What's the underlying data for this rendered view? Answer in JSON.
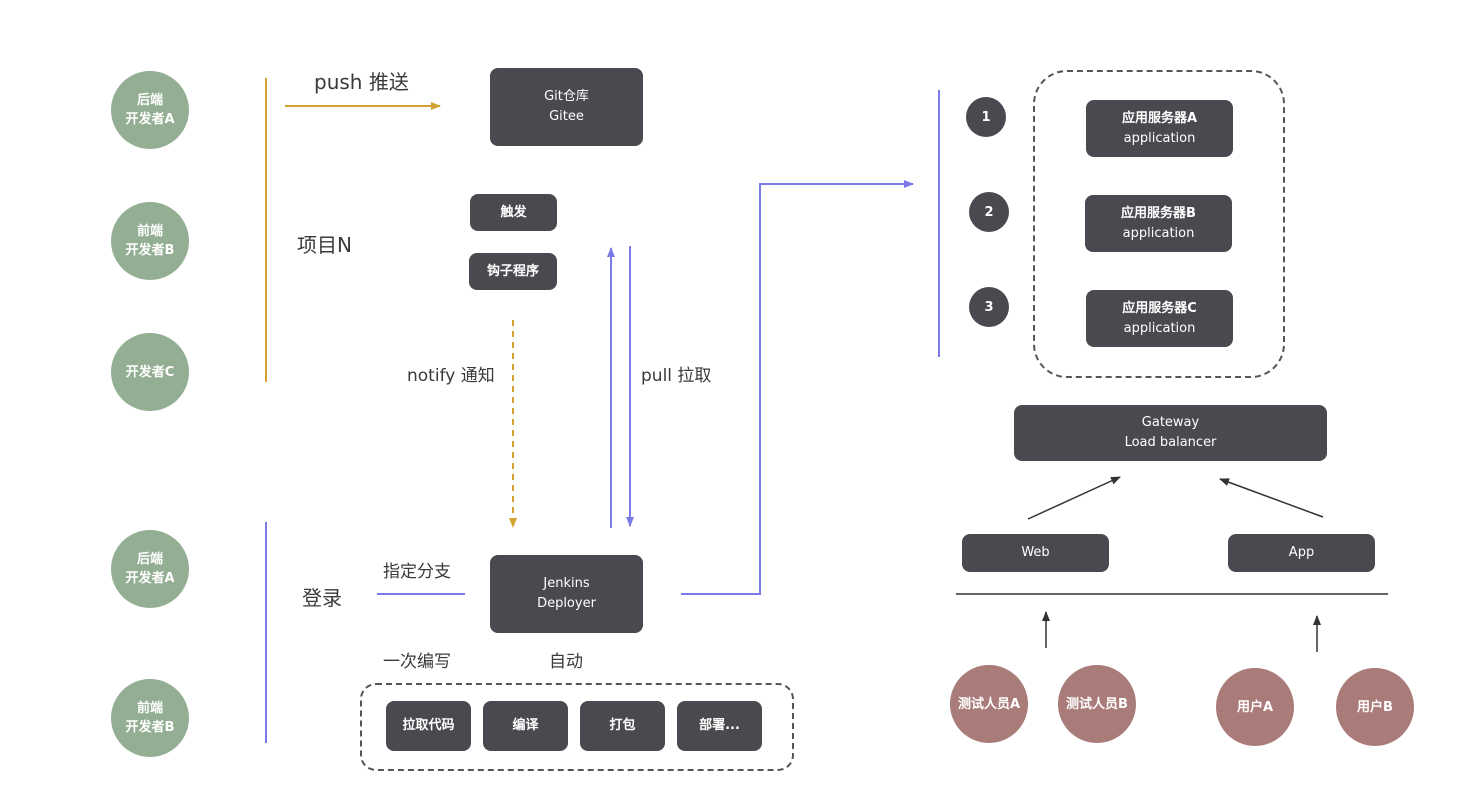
{
  "devs_top": [
    {
      "line1": "后端",
      "line2": "开发者A"
    },
    {
      "line1": "前端",
      "line2": "开发者B"
    },
    {
      "line1": "开发者C",
      "line2": ""
    }
  ],
  "devs_bottom": [
    {
      "line1": "后端",
      "line2": "开发者A"
    },
    {
      "line1": "前端",
      "line2": "开发者B"
    }
  ],
  "labels": {
    "push": "push 推送",
    "project": "项目N",
    "notify": "notify 通知",
    "pull": "pull 拉取",
    "login": "登录",
    "branch": "指定分支",
    "write_once": "一次编写",
    "auto": "自动"
  },
  "git_repo": {
    "line1": "Git仓库",
    "line2": "Gitee"
  },
  "trigger": "触发",
  "hook": "钩子程序",
  "jenkins": {
    "line1": "Jenkins",
    "line2": "Deployer"
  },
  "steps": [
    "拉取代码",
    "编译",
    "打包",
    "部署..."
  ],
  "server_numbers": [
    "1",
    "2",
    "3"
  ],
  "servers": [
    {
      "line1": "应用服务器A",
      "line2": "application"
    },
    {
      "line1": "应用服务器B",
      "line2": "application"
    },
    {
      "line1": "应用服务器C",
      "line2": "application"
    }
  ],
  "gateway": {
    "line1": "Gateway",
    "line2": "Load balancer"
  },
  "clients": {
    "web": "Web",
    "app": "App"
  },
  "users": [
    {
      "label": "测试人员A"
    },
    {
      "label": "测试人员B"
    },
    {
      "label": "用户A"
    },
    {
      "label": "用户B"
    }
  ],
  "colors": {
    "dev_circle": "#93ae93",
    "user_circle": "#a97b79",
    "box": "#494a4f",
    "gold_line": "#d3a332",
    "blue_line": "#7b7be8"
  }
}
